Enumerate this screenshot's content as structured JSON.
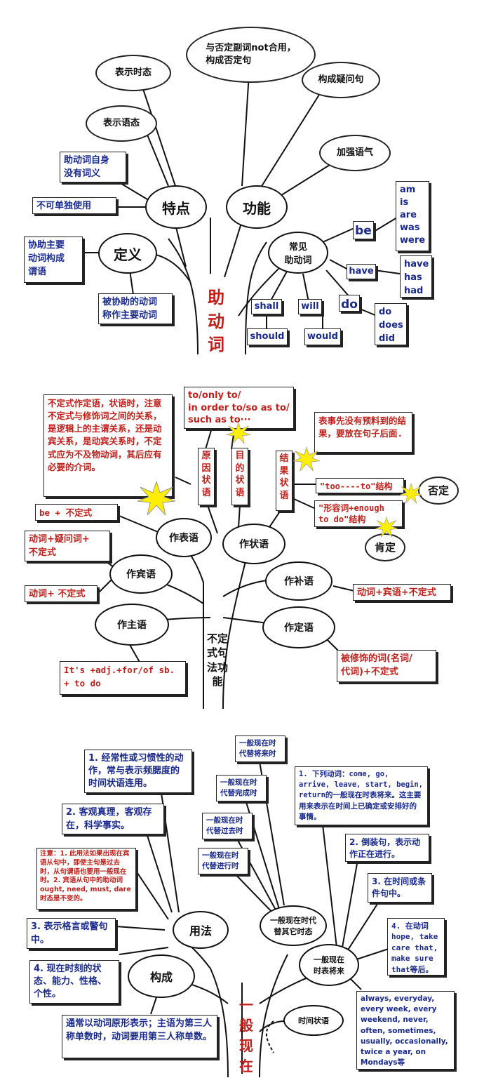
{
  "s1": {
    "trunk": "助动词",
    "t1": "特点",
    "f1": "功能",
    "d1": "定义",
    "c1": "常见\n助动词",
    "cloud_tense": "表示时态",
    "cloud_neg": "与否定副词not合用，\n构成否定句",
    "cloud_q": "构成疑问句",
    "cloud_voice": "表示语态",
    "cloud_emph": "加强语气",
    "box_nomeaning": "助动词自身\n没有词义",
    "box_notalone": "不可单独使用",
    "box_help": "协助主要\n动词构成\n谓语",
    "box_helped": "被协助的动词\n称作主要动词",
    "be": "be",
    "be_forms": "am\nis\nare\nwas\nwere",
    "have": "have",
    "have_forms": "have\nhas\nhad",
    "do": "do",
    "do_forms": "do\ndoes\ndid",
    "shall": "shall",
    "should": "should",
    "will": "will",
    "would": "would"
  },
  "s2": {
    "trunk": "不定\n式句\n法功\n能",
    "e_biaoyu": "作表语",
    "e_zhuangyu": "作状语",
    "e_binyu": "作宾语",
    "e_buyu": "作补语",
    "e_zhuyu": "作主语",
    "e_dingyu": "作定语",
    "note_attr": "不定式作定语，状语时，注意不定式与修饰词之间的关系，是逻辑上的主谓关系，还是动宾关系，是动宾关系时，不定式应为不及物动词，其后应有必要的介词。",
    "note_to": "to/only to/\nin order to/so as to/\nsuch as to···",
    "note_unexpected": "表事先没有预料到的结果，要放在句子后面.",
    "v_reason": "原\n因\n状\n语",
    "v_purpose": "目\n的\n状\n语",
    "v_result": "结\n果\n状\n语",
    "too_to": "\"too----to\"结构",
    "adj_enough": "\"形容词+enough\nto do\"结构",
    "neg": "否定",
    "pos": "肯定",
    "be_inf": "be + 不定式",
    "v_q_inf": "动词+疑问词+\n不定式",
    "v_inf": "动词+ 不定式",
    "v_obj_inf": "动词+宾语+不定式",
    "its": "It's +adj.+for/of sb.\n+ to do",
    "modified": "被修饰的词(名词/\n代词)+不定式"
  },
  "s3": {
    "trunk": "一\n般\n现\n在",
    "usage": "用法",
    "form": "构成",
    "replace_other": "一般现在时代\n替其它时态",
    "future": "一般现在\n时表将来",
    "time_adv": "时间状语",
    "u1": "1. 经常性或习惯性的动作，常与表示频腮度的时间状语连用。",
    "u2": "2. 客观真理，客观存在，科学事实。",
    "note": "注意：1. 此用法如果出现在宾语从句中，即使主句是过去时，从句谓语也要用一般现在时。2. 宾语从句中的助动词ought, need, must, dare 时态是不变的。",
    "u3": "3. 表示格言或警句中。",
    "u4": "4. 现在时刻的状态、能力、性格、个性。",
    "form_text": "通常以动词原形表示；主语为第三人称单数时，动词要用第三人称单数。",
    "r_future": "一般现在时\n代替将来时",
    "r_perfect": "一般现在时\n代替完成时",
    "r_past": "一般现在时\n代替过去时",
    "r_prog": "一般现在时\n代替进行时",
    "f1": "1. 下列动词：come, go, arrive, leave, start, begin, return的一般现在时表将来。这主要用来表示在时间上已确定或安排好的事情。",
    "f2": "2. 倒装句，表示动作正在进行。",
    "f3": "3. 在时间或条件句中。",
    "f4": "4. 在动词 hope, take care that, make sure that等后。",
    "adv_list": "always, everyday, every week, every weekend, never, often, sometimes, usually, occasionally, twice a year, on Mondays等"
  }
}
